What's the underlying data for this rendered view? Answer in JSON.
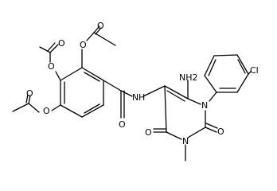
{
  "diagram": {
    "type": "chemical-structure",
    "atom_labels": {
      "o_acetyl_top_carbonyl": "O",
      "o_acetyl_top_ester": "O",
      "o_acetyl_left_carbonyl": "O",
      "o_acetyl_left_ester": "O",
      "o_acetyl_mid_carbonyl": "O",
      "o_acetyl_mid_ester": "O",
      "n_amide": "N",
      "h_amide": "H",
      "o_amide": "O",
      "nh2_amino": "NH2",
      "n1_ring": "N",
      "o_c2_carbonyl": "O",
      "n3_ring": "N",
      "o_c4_carbonyl": "O",
      "cl_chloro": "Cl"
    }
  }
}
